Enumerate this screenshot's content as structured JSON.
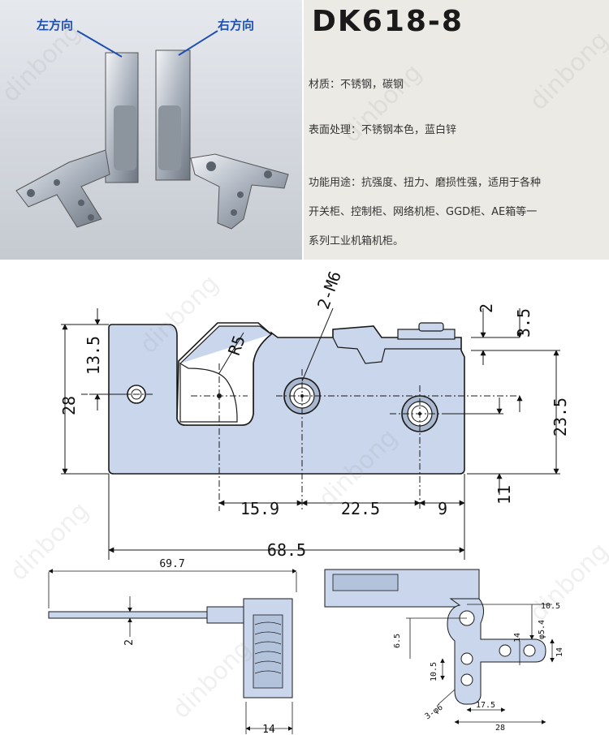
{
  "product": {
    "model": "DK618-8",
    "material": "材质：不锈钢，碳钢",
    "surface": "表面处理：不锈钢本色，蓝白锌",
    "function_line1": "功能用途：抗强度、扭力、磨损性强，适用于各种",
    "function_line2": "开关柜、控制柜、网络机柜、GGD柜、AE箱等一",
    "function_line3": "系列工业机箱机柜。"
  },
  "photo": {
    "left_label": "左方向",
    "right_label": "右方向"
  },
  "main_drawing": {
    "dim_2": "2",
    "dim_3_5": "3.5",
    "dim_13_5": "13.5",
    "dim_28": "28",
    "dim_23_5": "23.5",
    "dim_11": "11",
    "dim_15_9": "15.9",
    "dim_22_5": "22.5",
    "dim_9": "9",
    "dim_68_5": "68.5",
    "radius": "R5",
    "thread": "2-M6"
  },
  "side_view": {
    "dim_69_7": "69.7",
    "dim_2": "2",
    "dim_14": "14"
  },
  "bracket_view": {
    "dim_10_5_top": "10.5",
    "dim_6_5": "6.5",
    "dim_14_center": "14",
    "dim_phi5_4": "φ5.4",
    "dim_14_right": "14",
    "dim_10_5_left": "10.5",
    "dim_17_5": "17.5",
    "dim_28": "28",
    "holes": "3-φ6"
  },
  "watermark": "dinbong",
  "colors": {
    "part_fill": "#c9d6ec",
    "part_stroke": "#1a1a1a",
    "label_blue": "#1e4fb0"
  }
}
